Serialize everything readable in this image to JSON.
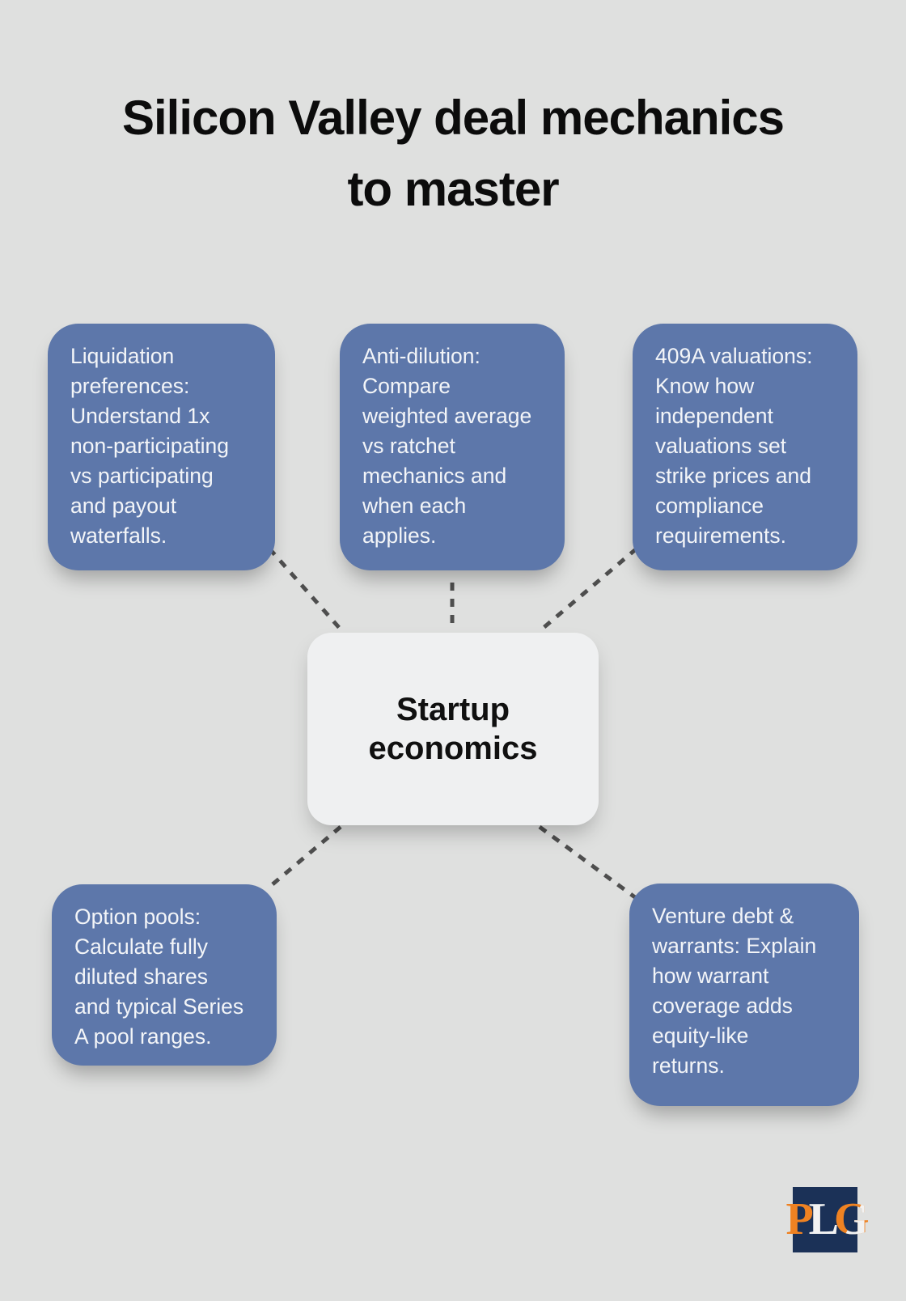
{
  "title": {
    "line1": "Silicon Valley deal mechanics",
    "line2": "to master"
  },
  "center_node": {
    "lines": [
      "Startup",
      "economics"
    ]
  },
  "nodes": [
    {
      "id": "liquidation-preferences",
      "lines": [
        "Liquidation",
        "preferences:",
        "Understand 1x",
        "non-participating",
        "vs participating",
        "and payout",
        "waterfalls."
      ]
    },
    {
      "id": "anti-dilution",
      "lines": [
        "Anti-dilution:",
        "Compare",
        "weighted average",
        "vs ratchet",
        "mechanics and",
        "when each",
        "applies."
      ]
    },
    {
      "id": "409a-valuations",
      "lines": [
        "409A valuations:",
        "Know how",
        "independent",
        "valuations set",
        "strike prices and",
        "compliance",
        "requirements."
      ]
    },
    {
      "id": "option-pools",
      "lines": [
        "Option pools:",
        "Calculate fully",
        "diluted shares",
        "and typical Series",
        "A pool ranges."
      ]
    },
    {
      "id": "venture-debt-warrants",
      "lines": [
        "Venture debt &",
        "warrants: Explain",
        "how warrant",
        "coverage adds",
        "equity-like",
        "returns."
      ]
    }
  ],
  "logo": {
    "letter_p": "P",
    "letter_l": "L",
    "letter_g": "G"
  },
  "colors": {
    "background": "#dfe0df",
    "node_fill": "#5d77aa",
    "node_text": "#f3f5f8",
    "center_fill": "#eff0f1",
    "connector": "#4e4e4e",
    "title_text": "#0c0c0c",
    "logo_navy": "#1b3157",
    "logo_orange": "#ef8222",
    "logo_white": "#f2f2f2"
  }
}
